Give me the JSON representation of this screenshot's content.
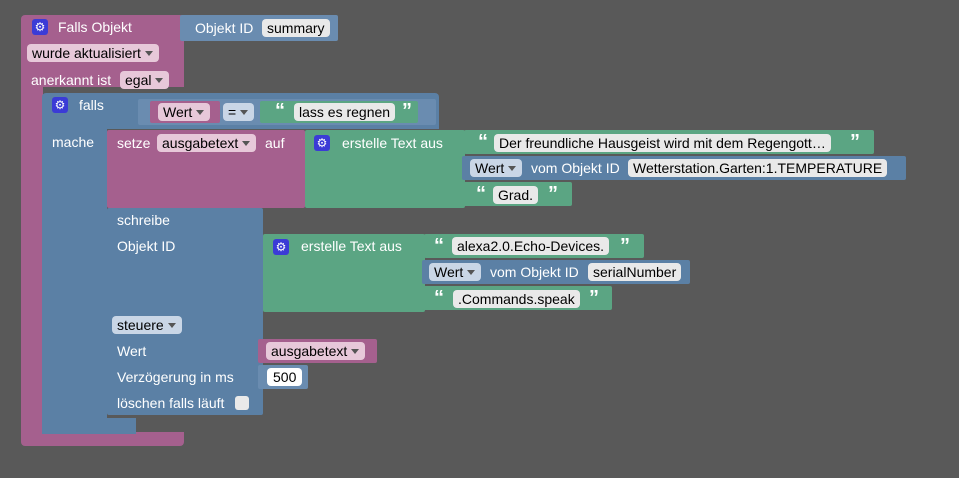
{
  "trigger": {
    "title": "Falls Objekt",
    "object_id_label": "Objekt ID",
    "object_id_value": "summary",
    "updated_dropdown": "wurde aktualisiert",
    "ack_label": "anerkannt ist",
    "ack_dropdown": "egal"
  },
  "if_block": {
    "falls_label": "falls",
    "mache_label": "mache",
    "compare_left": "Wert",
    "operator": "=",
    "compare_right": "lass es regnen"
  },
  "set_block": {
    "setze_label": "setze",
    "variable": "ausgabetext",
    "auf_label": "auf",
    "join_label": "erstelle Text aus",
    "text1": "Der freundliche Hausgeist wird mit dem Regengott…",
    "value_dd": "Wert",
    "from_object_label": "vom Objekt ID",
    "object_id": "Wetterstation.Garten:1.TEMPERATURE",
    "text3": "Grad."
  },
  "write_block": {
    "schreibe_label": "schreibe",
    "object_id_label": "Objekt ID",
    "join_label": "erstelle Text aus",
    "text1": "alexa2.0.Echo-Devices.",
    "value_dd": "Wert",
    "from_object_label": "vom Objekt ID",
    "object_id": "serialNumber",
    "text3": ".Commands.speak",
    "mode_dropdown": "steuere",
    "wert_label": "Wert",
    "wert_var": "ausgabetext",
    "delay_label": "Verzögerung in ms",
    "delay_value": "500",
    "clear_label": "löschen falls läuft"
  },
  "colors": {
    "background": "#595959",
    "event_block": "#A5608E",
    "logic_block": "#5B80A5",
    "text_block": "#5BA583",
    "gear": "#3b3bd6"
  }
}
